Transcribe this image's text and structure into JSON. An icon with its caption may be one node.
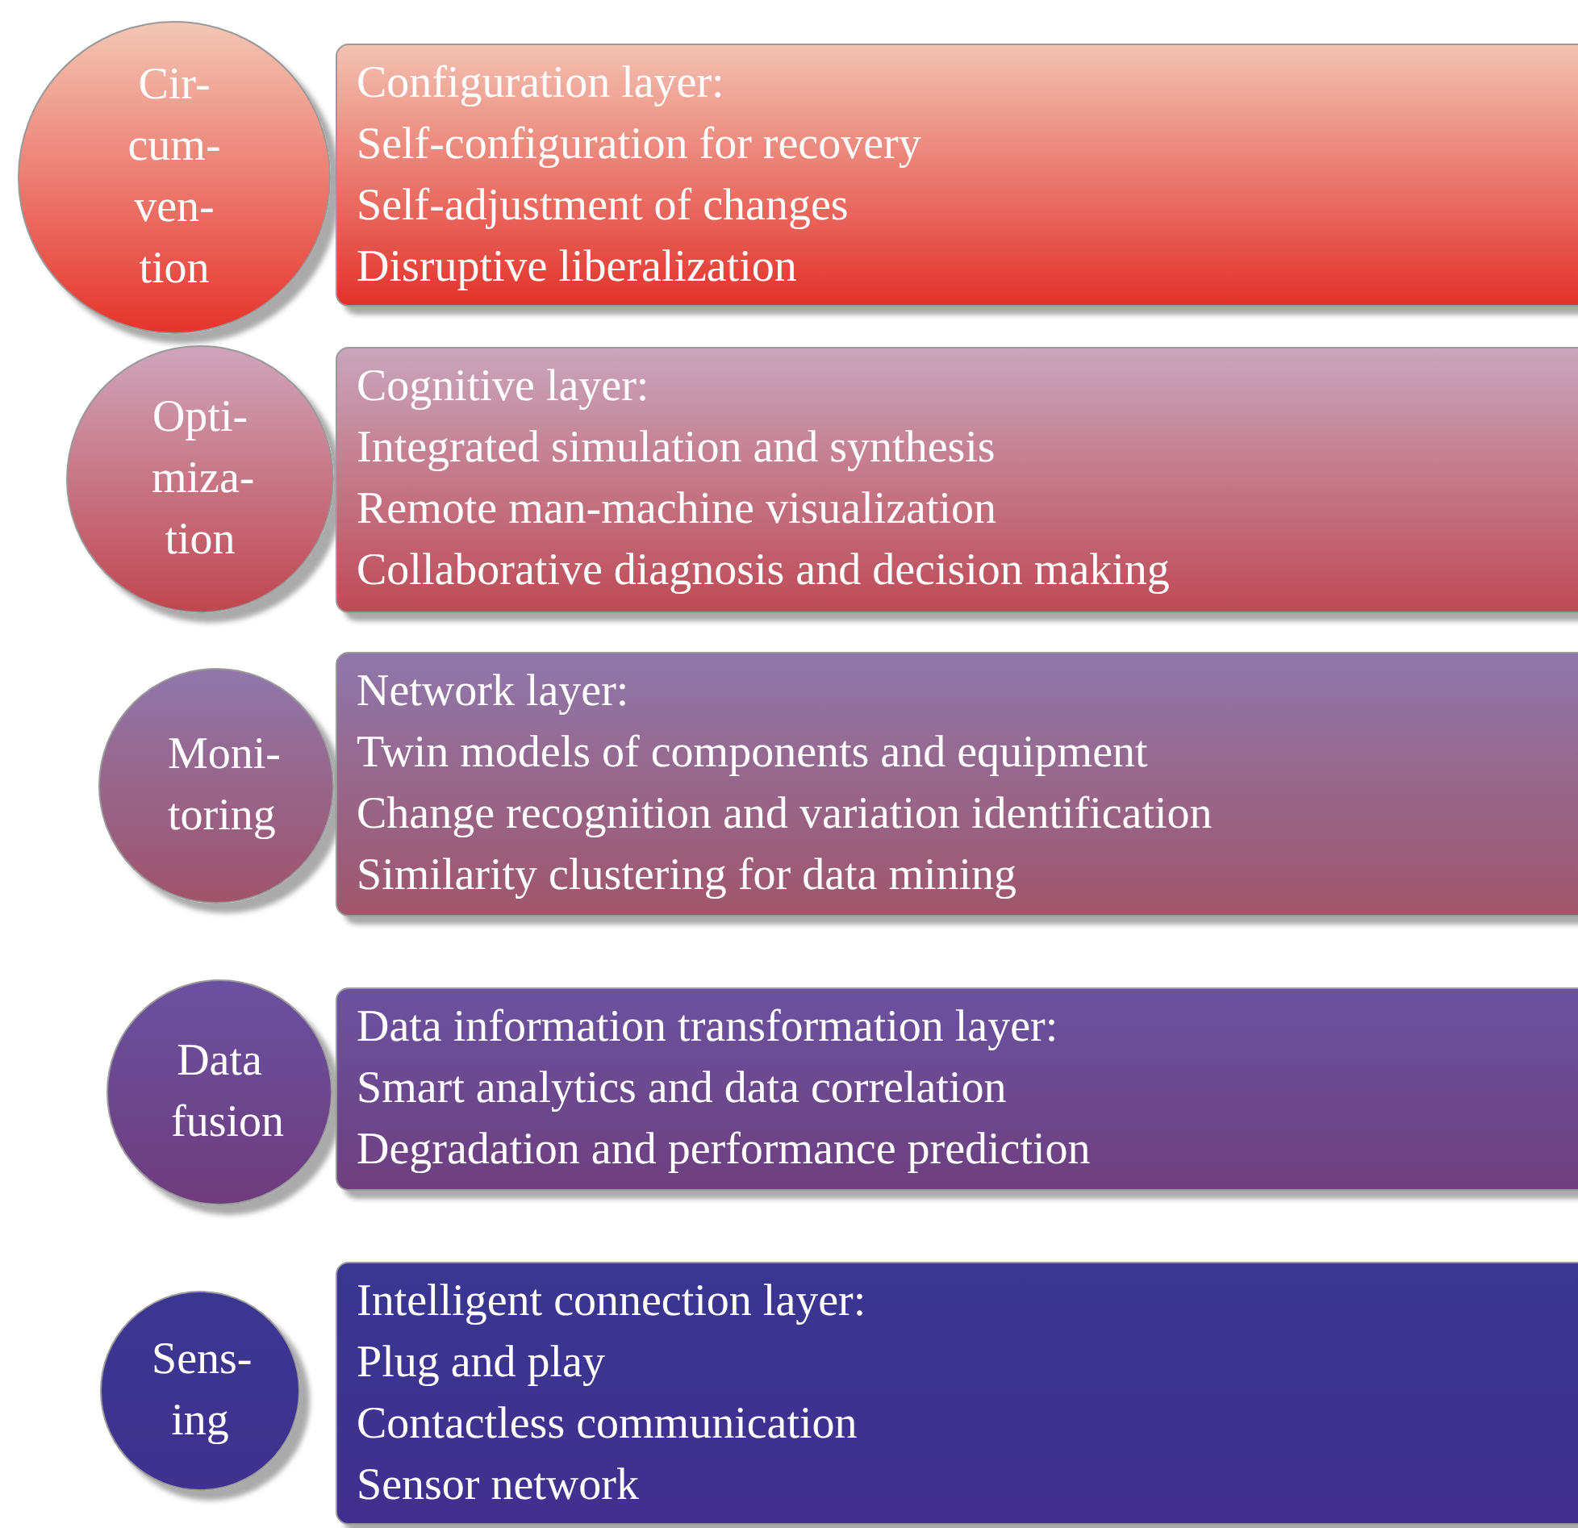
{
  "diagram": {
    "nodes": [
      {
        "text": [
          "Cir- cum- ven- tion"
        ]
      },
      {
        "text": [
          "Configuration layer:",
          "Self-configuration for recovery",
          "Self-adjustment of changes",
          "Disruptive liberalization"
        ]
      },
      {
        "text": [
          "Opti- miza- tion"
        ]
      },
      {
        "text": [
          "Cognitive layer:",
          "Integrated simulation and synthesis",
          "Remote man-machine visualization",
          "Collaborative diagnosis and decision making"
        ]
      },
      {
        "text": [
          "Moni- toring"
        ]
      },
      {
        "text": [
          "Network layer:",
          "Twin models of components and equipment",
          "Change recognition and variation identification",
          "Similarity clustering for data mining"
        ]
      },
      {
        "text": [
          "Data fusion"
        ]
      },
      {
        "text": [
          "Data information transformation layer:",
          "Smart analytics and data correlation",
          "Degradation and performance prediction"
        ]
      },
      {
        "text": [
          "Sens- ing"
        ]
      },
      {
        "text": [
          "Intelligent connection layer:",
          "Plug and play",
          "Contactless communication",
          "Sensor network"
        ]
      }
    ]
  }
}
